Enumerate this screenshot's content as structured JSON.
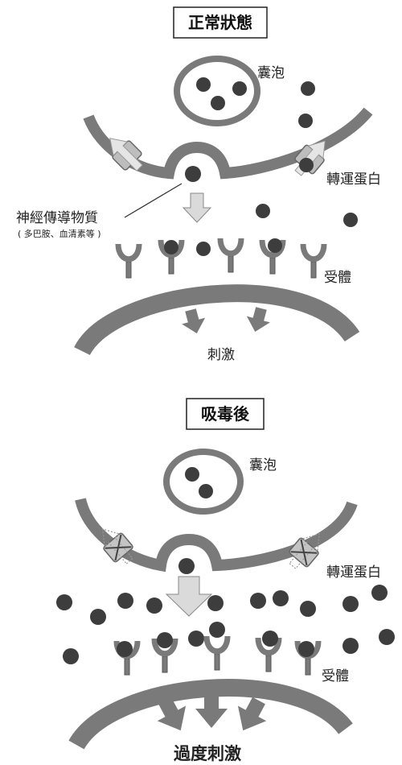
{
  "normal": {
    "title": "正常狀態",
    "vesicle": "囊泡",
    "transporter": "轉運蛋白",
    "neurotransmitter": "神經傳導物質",
    "neurotransmitter_examples": "( 多巴胺、血清素等 )",
    "receptor": "受體",
    "result": "刺激"
  },
  "after_drug": {
    "title": "吸毒後",
    "vesicle": "囊泡",
    "transporter": "轉運蛋白",
    "receptor": "受體",
    "result": "過度刺激"
  },
  "colors": {
    "membrane": "#7a7a7a",
    "molecule": "#3d3d3d",
    "arrow_light": "#cfcfcf"
  }
}
